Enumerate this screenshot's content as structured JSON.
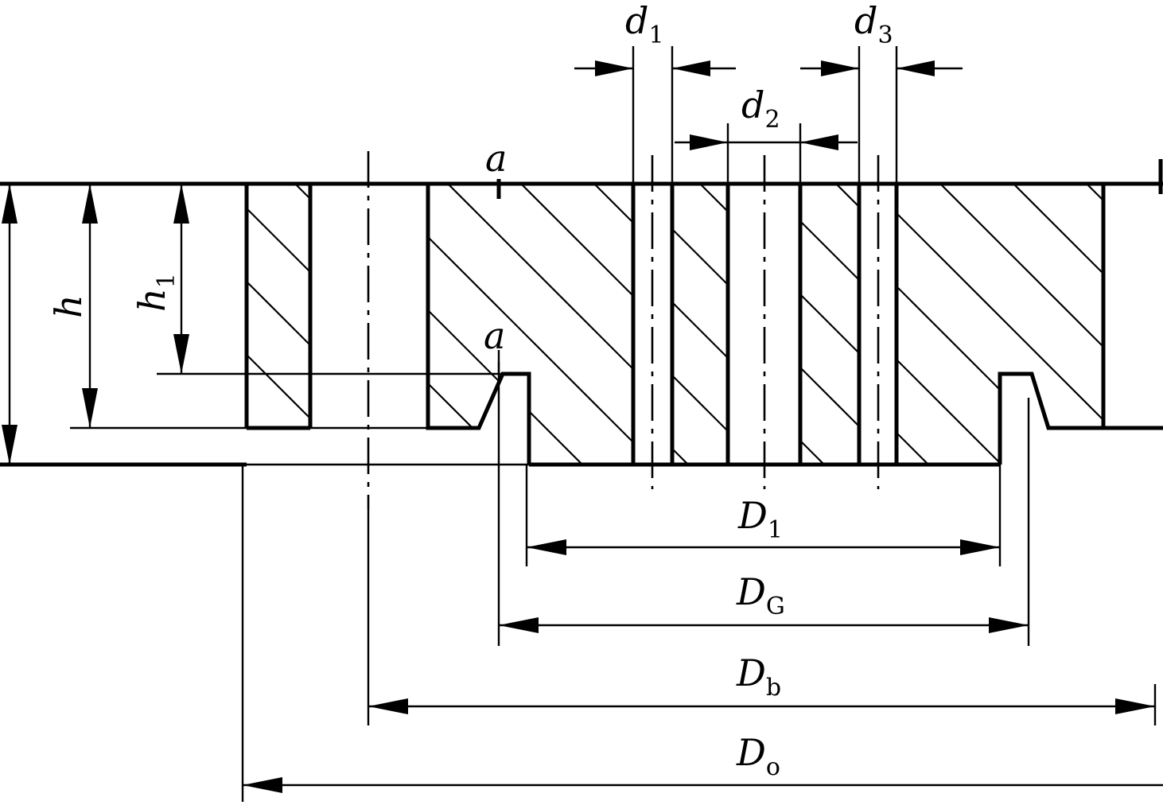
{
  "labels": {
    "d1": {
      "main": "d",
      "sub": "1"
    },
    "d2": {
      "main": "d",
      "sub": "2"
    },
    "d3": {
      "main": "d",
      "sub": "3"
    },
    "h": {
      "main": "h"
    },
    "h1": {
      "main": "h",
      "sub": "1"
    },
    "a_top": {
      "main": "a"
    },
    "a_mid": {
      "main": "a"
    },
    "D1": {
      "main": "D",
      "sub": "1"
    },
    "DG": {
      "main": "D",
      "sub": "G"
    },
    "Db": {
      "main": "D",
      "sub": "b"
    },
    "Do": {
      "main": "D",
      "sub": "o"
    }
  },
  "colors": {
    "line": "#000000",
    "background": "#ffffff"
  }
}
